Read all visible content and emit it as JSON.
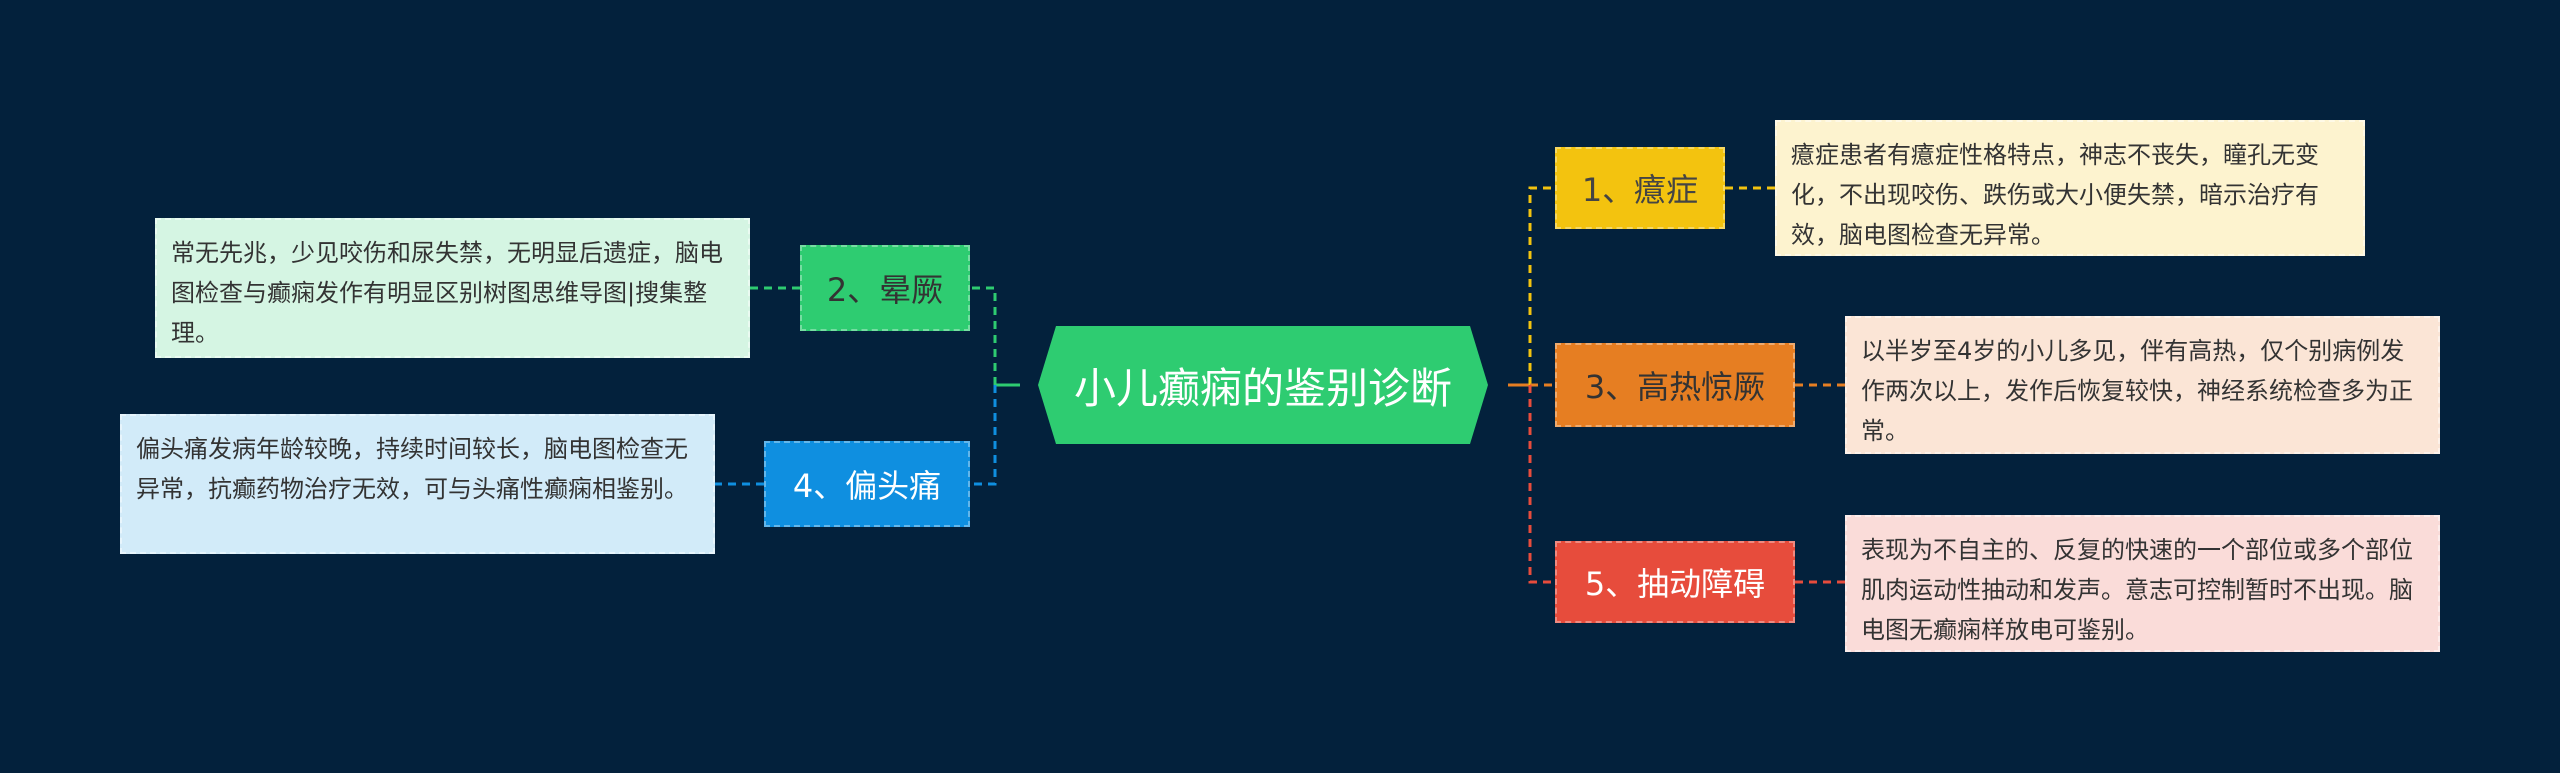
{
  "center": {
    "label": "小儿癫痫的鉴别诊断"
  },
  "branches": [
    {
      "label": "1、癔症",
      "detail": "癔症患者有癔症性格特点，神志不丧失，瞳孔无变化，不出现咬伤、跌伤或大小便失禁，暗示治疗有效，脑电图检查无异常。",
      "color": "#f3c30f",
      "text_color": "#444444",
      "leaf_bg": "#fdf3cf",
      "line": "#f3c30f"
    },
    {
      "label": "3、高热惊厥",
      "detail": "以半岁至4岁的小儿多见，伴有高热，仅个别病例发作两次以上，发作后恢复较快，神经系统检查多为正常。",
      "color": "#e67e22",
      "text_color": "#333333",
      "leaf_bg": "#fbe5d6",
      "line": "#e67e22"
    },
    {
      "label": "5、抽动障碍",
      "detail": "表现为不自主的、反复的快速的一个部位或多个部位肌肉运动性抽动和发声。意志可控制暂时不出现。脑电图无癫痫样放电可鉴别。",
      "color": "#e74c3c",
      "text_color": "#ffffff",
      "leaf_bg": "#fadcd9",
      "line": "#e74c3c"
    },
    {
      "label": "2、晕厥",
      "detail": "常无先兆，少见咬伤和尿失禁，无明显后遗症，脑电图检查与癫痫发作有明显区别树图思维导图|搜集整理。",
      "color": "#2ecc71",
      "text_color": "#333333",
      "leaf_bg": "#d5f5e3",
      "line": "#2ecc71"
    },
    {
      "label": "4、偏头痛",
      "detail": "偏头痛发病年龄较晚，持续时间较长，脑电图检查无异常，抗癫药物治疗无效，可与头痛性癫痫相鉴别。",
      "color": "#0f8fe0",
      "text_color": "#ffffff",
      "leaf_bg": "#d2ebf9",
      "line": "#0f8fe0"
    }
  ],
  "colors": {
    "background": "#03213c",
    "center": "#2ecc71"
  }
}
